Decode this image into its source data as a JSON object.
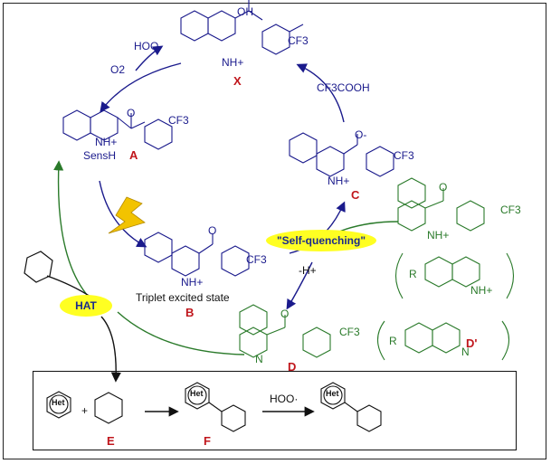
{
  "labels": {
    "x": "X",
    "a": "A",
    "b": "B",
    "c": "C",
    "d": "D",
    "d_prime": "D'",
    "e": "E",
    "f": "F",
    "hoo_top": "HOO·",
    "o2": "O2",
    "cf3cooh": "CF3COOH",
    "sens": "SensH",
    "triplet": "Triplet excited state",
    "self_quenching": "\"Self-quenching\"",
    "hat": "HAT",
    "minus_h": "-H+",
    "het": "Het",
    "plus": "+",
    "hoo_bottom": "HOO·",
    "cf3": "CF3",
    "oh": "OH",
    "nh_plus": "NH+",
    "o_minus": "O-",
    "o": "O",
    "n": "N",
    "r": "R"
  },
  "colors": {
    "cycle_blue": "#1a1a8c",
    "green": "#2a7a2a",
    "red": "#c0161c",
    "highlight": "#ffff22",
    "lightning": "#f2c300"
  }
}
